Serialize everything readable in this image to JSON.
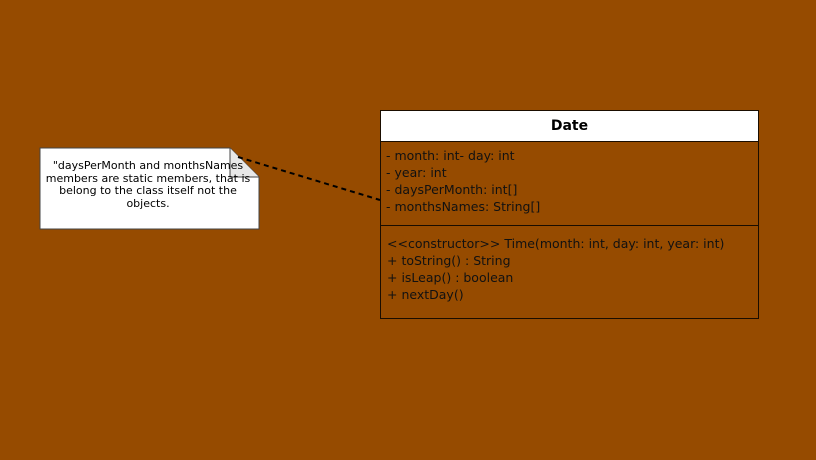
{
  "diagram": {
    "class": {
      "name": "Date",
      "attributes": [
        "- month: int- day: int",
        "- year: int",
        "- daysPerMonth: int[]",
        "- monthsNames: String[]"
      ],
      "methods": [
        "<<constructor>> Time(month: int, day: int, year: int)",
        "+ toString() : String",
        "+ isLeap() : boolean",
        "+ nextDay()"
      ]
    },
    "note": {
      "lines": [
        "\"daysPerMonth and monthsNames",
        "members are static members, that is",
        "belong to the class itself not the",
        "objects."
      ]
    }
  },
  "colors": {
    "background": "#964b00",
    "class_header": "#ffffff",
    "note": "#ffffff",
    "border": "#1a0d00",
    "connector": "#000000"
  }
}
